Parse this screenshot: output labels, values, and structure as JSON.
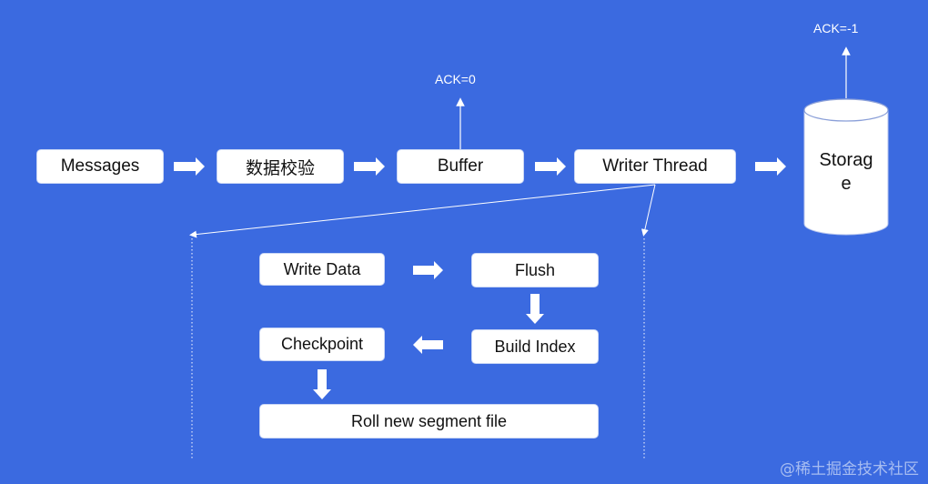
{
  "pipeline": {
    "messages": "Messages",
    "validate": "数据校验",
    "buffer": "Buffer",
    "writer_thread": "Writer Thread",
    "storage_line1": "Storag",
    "storage_line2": "e"
  },
  "acks": {
    "buffer_ack": "ACK=0",
    "storage_ack": "ACK=-1"
  },
  "writer_steps": {
    "write_data": "Write Data",
    "flush": "Flush",
    "build_index": "Build Index",
    "checkpoint": "Checkpoint",
    "roll_segment": "Roll new segment file"
  },
  "watermark": "@稀土掘金技术社区",
  "colors": {
    "background": "#3b6ae0",
    "box": "#ffffff",
    "arrow": "#ffffff"
  }
}
